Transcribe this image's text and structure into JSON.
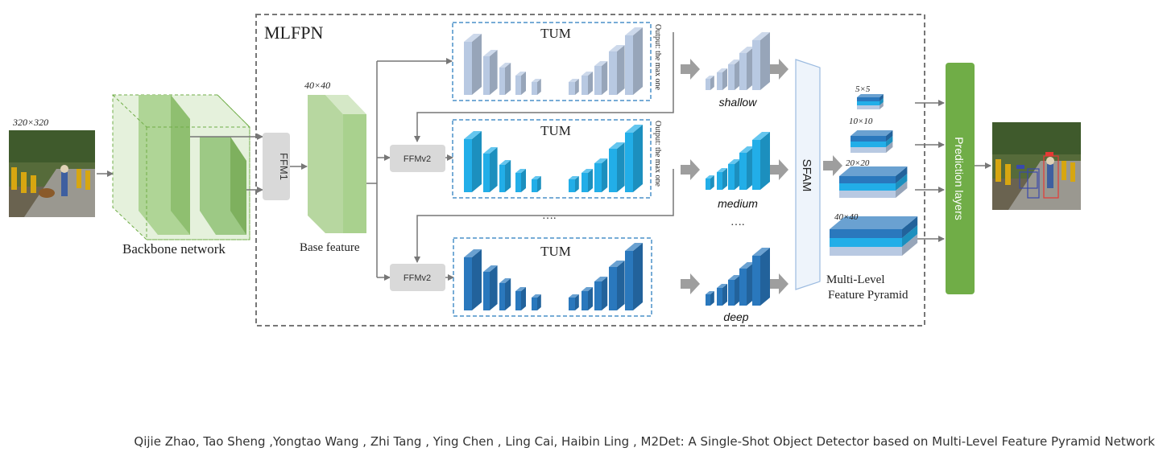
{
  "mlfpn_title": "MLFPN",
  "input_size": "320×320",
  "backbone_label": "Backbone network",
  "ffm1_label": "FFM1",
  "base_feature_size": "40×40",
  "base_feature_label": "Base feature",
  "ffmv2_label": "FFMv2",
  "tum_label": "TUM",
  "output_note": "Output: the max one",
  "level_labels": [
    "shallow",
    "medium",
    "deep"
  ],
  "ellipsis_h": "….",
  "ellipsis_v": "….",
  "sfam_label": "SFAM",
  "pyramid_sizes": [
    "5×5",
    "10×10",
    "20×20",
    "40×40"
  ],
  "pyramid_label_line1": "Multi-Level",
  "pyramid_label_line2": "Feature Pyramid",
  "prediction_label": "Prediction layers",
  "citation": "Qijie Zhao, Tao Sheng ,Yongtao Wang , Zhi Tang , Ying Chen , Ling Cai, Haibin Ling , M2Det: A Single-Shot Object Detector based on Multi-Level Feature Pyramid Network",
  "colors": {
    "shallow": "#b8c9e2",
    "medium": "#22aee8",
    "deep": "#2a78bd",
    "backbone": "#a9d18e",
    "prediction": "#70ad47",
    "grey_box": "#d9d9d9"
  }
}
